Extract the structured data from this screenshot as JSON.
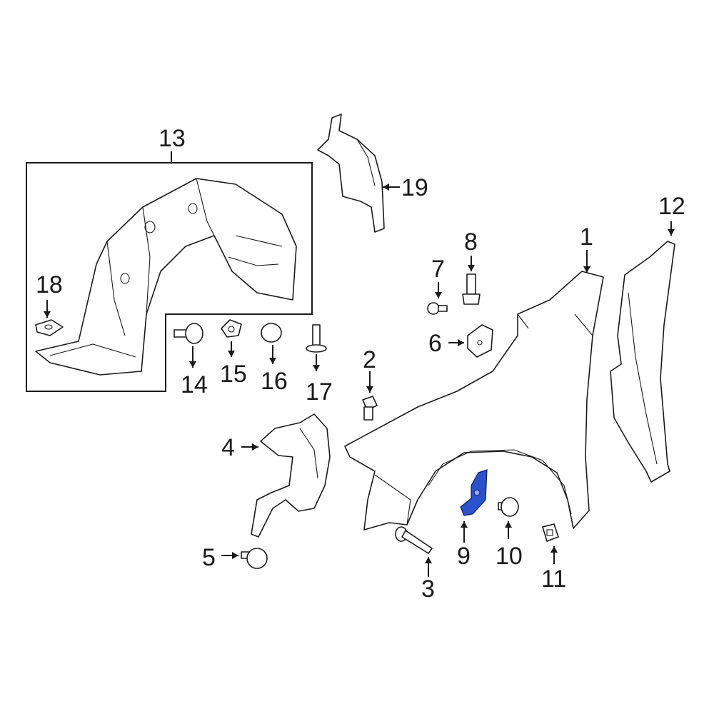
{
  "diagram": {
    "callouts": [
      {
        "id": "c1",
        "label": "1"
      },
      {
        "id": "c2",
        "label": "2"
      },
      {
        "id": "c3",
        "label": "3"
      },
      {
        "id": "c4",
        "label": "4"
      },
      {
        "id": "c5",
        "label": "5"
      },
      {
        "id": "c6",
        "label": "6"
      },
      {
        "id": "c7",
        "label": "7"
      },
      {
        "id": "c8",
        "label": "8"
      },
      {
        "id": "c9",
        "label": "9"
      },
      {
        "id": "c10",
        "label": "10"
      },
      {
        "id": "c11",
        "label": "11"
      },
      {
        "id": "c12",
        "label": "12"
      },
      {
        "id": "c13",
        "label": "13"
      },
      {
        "id": "c14",
        "label": "14"
      },
      {
        "id": "c15",
        "label": "15"
      },
      {
        "id": "c16",
        "label": "16"
      },
      {
        "id": "c17",
        "label": "17"
      },
      {
        "id": "c18",
        "label": "18"
      },
      {
        "id": "c19",
        "label": "19"
      }
    ],
    "highlight_color": "#2952cc",
    "highlighted_part": "9"
  }
}
